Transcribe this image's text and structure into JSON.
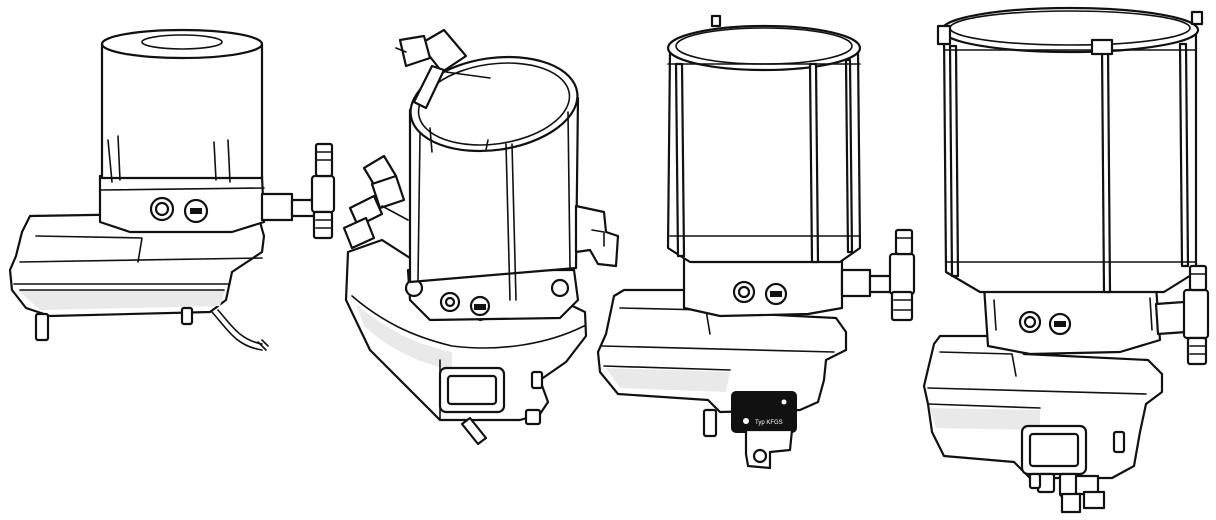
{
  "figure": {
    "pumps": [
      {
        "id": "pump-1",
        "reservoir": "small-cylindrical"
      },
      {
        "id": "pump-2",
        "reservoir": "cylindrical-tilted"
      },
      {
        "id": "pump-3",
        "reservoir": "medium-cylindrical",
        "plate_label": "Typ KFGS"
      },
      {
        "id": "pump-4",
        "reservoir": "large-cylindrical"
      }
    ],
    "colors": {
      "line": "#111111",
      "background": "#ffffff",
      "shade": "#e9e9e9"
    }
  }
}
